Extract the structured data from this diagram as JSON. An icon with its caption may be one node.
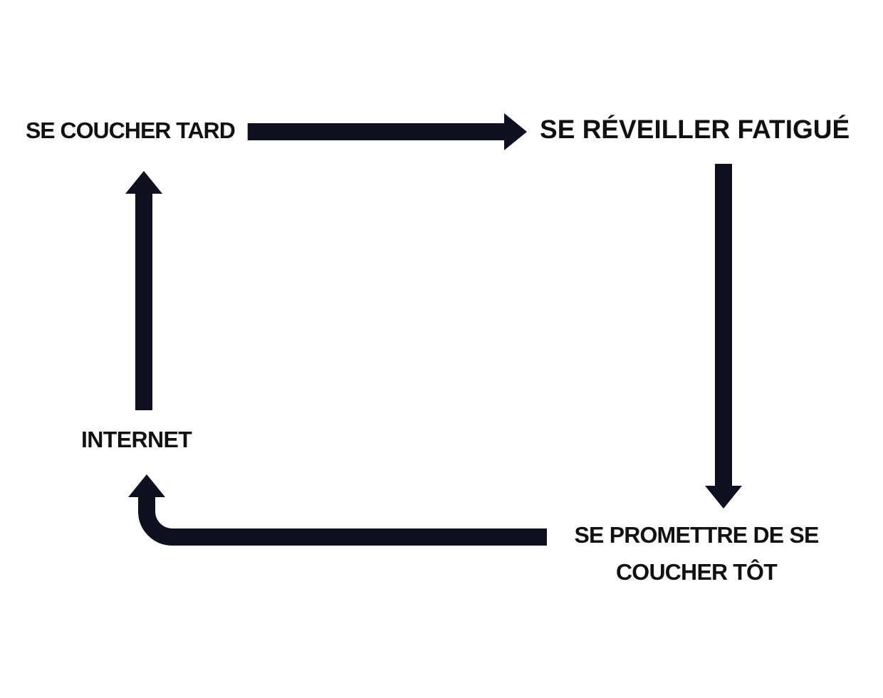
{
  "diagram": {
    "nodes": [
      {
        "text": [
          "SE COUCHER TARD"
        ]
      },
      {
        "text": [
          "SE RÉVEILLER FATIGUÉ"
        ]
      },
      {
        "text": [
          "SE PROMETTRE DE SE COUCHER TÔT"
        ]
      },
      {
        "text": [
          "INTERNET"
        ]
      }
    ],
    "edges": [
      {
        "from": 0,
        "to": 1,
        "arrow": "to"
      },
      {
        "from": 1,
        "to": 2,
        "arrow": "to"
      },
      {
        "from": 2,
        "to": 3,
        "arrow": "to"
      },
      {
        "from": 3,
        "to": 0,
        "arrow": "to"
      }
    ]
  }
}
